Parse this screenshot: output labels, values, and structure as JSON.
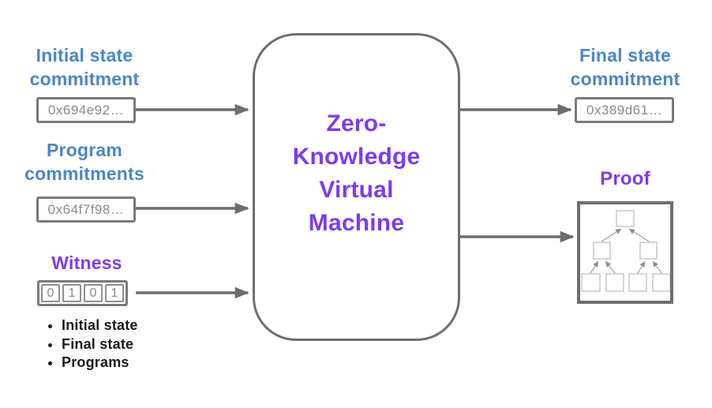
{
  "colors": {
    "heading_blue": "#4a86c8",
    "accent_purple": "#7c3bee",
    "line_gray": "#6e6e6e",
    "box_border_gray": "#7a7a7a",
    "muted_gray": "#8a8a8a"
  },
  "center": {
    "title": "Zero-\nKnowledge\nVirtual\nMachine"
  },
  "inputs": {
    "initial_state": {
      "heading": "Initial state\ncommitment",
      "value": "0x694e92…"
    },
    "program": {
      "heading": "Program\ncommitments",
      "value": "0x64f7f98…"
    },
    "witness": {
      "heading": "Witness",
      "bits": [
        "0",
        "1",
        "0",
        "1"
      ],
      "includes": [
        "Initial state",
        "Final state",
        "Programs"
      ]
    }
  },
  "outputs": {
    "final_state": {
      "heading": "Final state\ncommitment",
      "value": "0x389d61…"
    },
    "proof": {
      "heading": "Proof"
    }
  }
}
